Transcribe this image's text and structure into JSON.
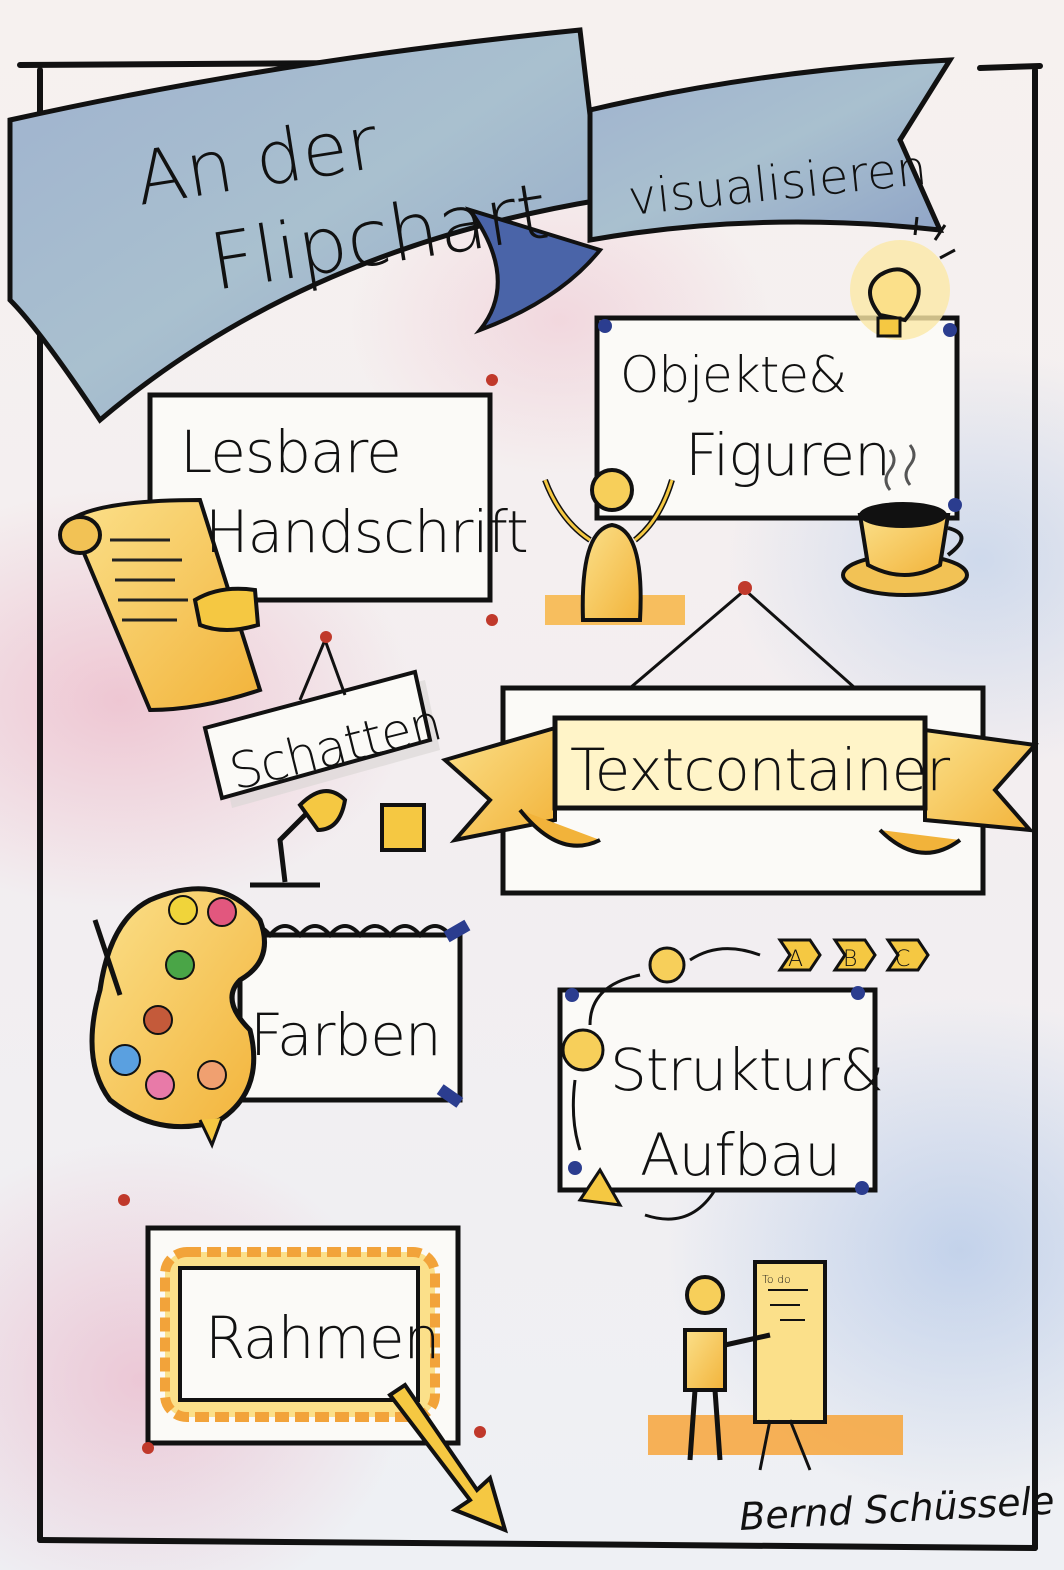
{
  "banner": {
    "title_line1": "An der",
    "title_line2": "Flipchart",
    "subtitle": "visualisieren"
  },
  "topics": {
    "lesbare_line1": "Lesbare",
    "lesbare_line2": "Handschrift",
    "objekte_line1": "Objekte&",
    "objekte_line2": "Figuren",
    "schatten": "Schatten",
    "textcontainer": "Textcontainer",
    "farben": "Farben",
    "struktur_line1": "Struktur&",
    "struktur_line2": "Aufbau",
    "rahmen": "Rahmen"
  },
  "sequence": [
    "A",
    "B",
    "C"
  ],
  "board_label": "To do",
  "signature": "Bernd Schüssele",
  "colors": {
    "banner_blue": "#8fa6c8",
    "accent_yellow": "#f5c842",
    "accent_orange": "#f2a33a",
    "ink": "#111111",
    "pin_red": "#c0392b",
    "pin_blue": "#2b3d8f"
  },
  "palette_colors": [
    "#f0d43a",
    "#e2577e",
    "#4aa547",
    "#c45a3a",
    "#5aa0e0",
    "#e87aa8",
    "#f0a070"
  ]
}
